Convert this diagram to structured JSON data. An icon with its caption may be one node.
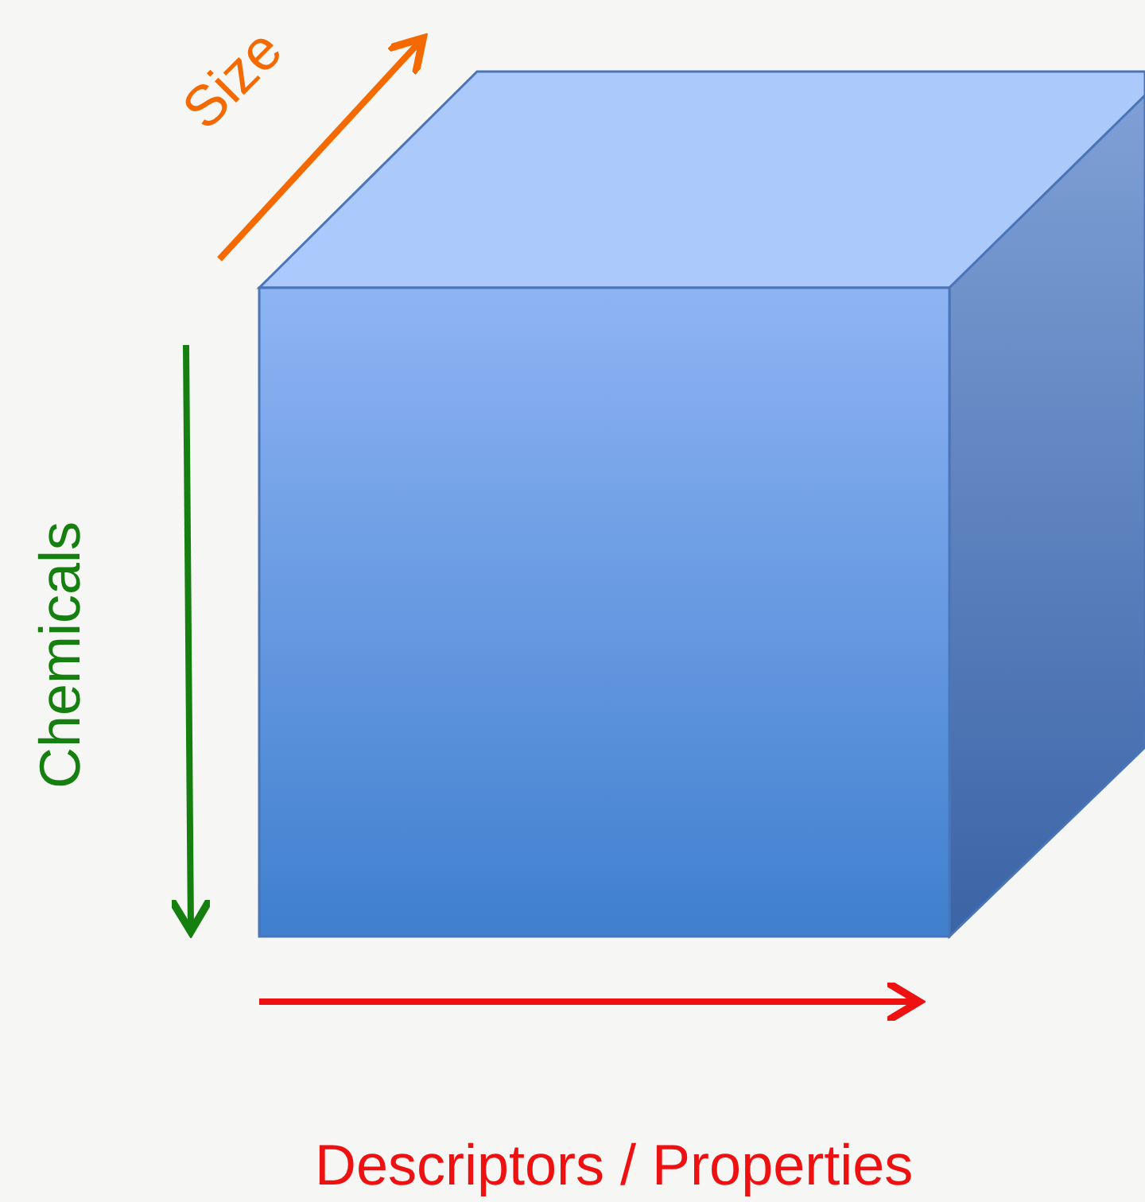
{
  "diagram": {
    "labels": [
      "Size",
      "Chemicals",
      "Descriptors / Properties"
    ]
  }
}
